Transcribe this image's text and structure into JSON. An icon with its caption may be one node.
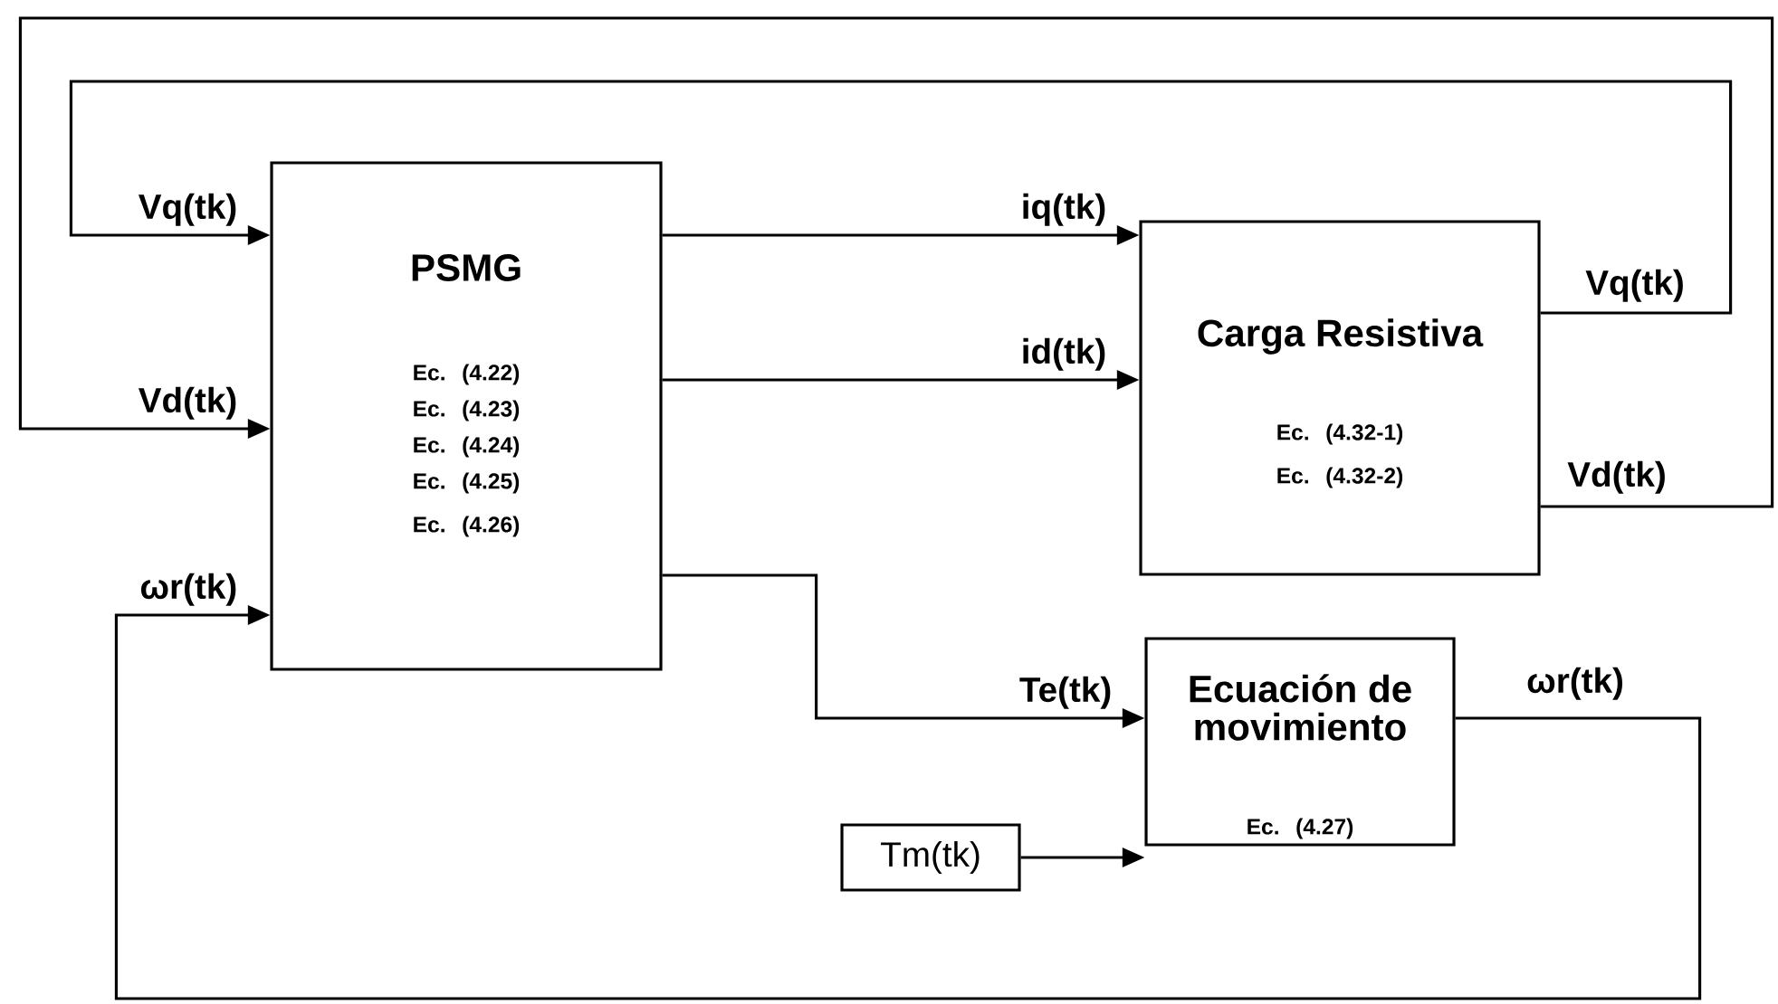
{
  "diagram": {
    "nodes": [
      {
        "text": [
          "PSMG",
          "Ec. (4.22)",
          "Ec. (4.23)",
          "Ec. (4.24)",
          "Ec. (4.25)",
          "Ec. (4.26)"
        ]
      },
      {
        "text": [
          "Carga Resistiva",
          "Ec. (4.32-1)",
          "Ec. (4.32-2)"
        ]
      },
      {
        "text": [
          "Ecuación de movimiento",
          "Ec. (4.27)"
        ]
      },
      {
        "text": [
          "Tm(tk)"
        ]
      }
    ],
    "edges": [
      {
        "from": 0,
        "to": 1,
        "arrow": "to",
        "label": "iq(tk)"
      },
      {
        "from": 0,
        "to": 1,
        "arrow": "to",
        "label": "id(tk)"
      },
      {
        "from": 0,
        "to": 2,
        "arrow": "to",
        "label": "Te(tk)"
      },
      {
        "from": 3,
        "to": 2,
        "arrow": "to"
      },
      {
        "from": 1,
        "to": 0,
        "arrow": "to",
        "label": "Vq(tk)"
      },
      {
        "from": 1,
        "to": 0,
        "arrow": "to",
        "label": "Vd(tk)"
      },
      {
        "from": 2,
        "to": 0,
        "arrow": "to",
        "label": "ωr(tk)"
      }
    ],
    "labels": [
      "Vq(tk)",
      "Vd(tk)",
      "ωr(tk)"
    ]
  }
}
